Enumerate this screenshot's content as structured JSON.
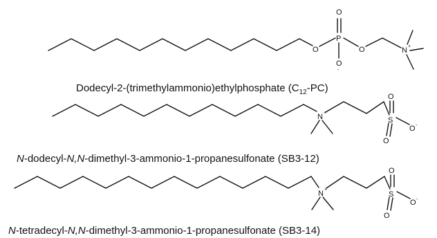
{
  "labels": {
    "c12pc": {
      "main": "Dodecyl-2-(trimethylammonio)ethylphosphate (C",
      "sub": "12",
      "tail": "-PC)"
    },
    "sb312": {
      "it1": "N",
      "p1": "-dodecyl-",
      "it2": "N,N",
      "p2": "-dimethyl-3-ammonio-1-propanesulfonate (SB3-12)"
    },
    "sb314": {
      "it1": "N",
      "p1": "-tetradecyl-",
      "it2": "N,N",
      "p2": "-dimethyl-3-ammonio-1-propanesulfonate (SB3-14)"
    }
  },
  "atoms": {
    "oxygen": "O",
    "phosphorus": "P",
    "nitrogen": "N",
    "sulfur": "S",
    "plus": "+",
    "minus": "-"
  }
}
